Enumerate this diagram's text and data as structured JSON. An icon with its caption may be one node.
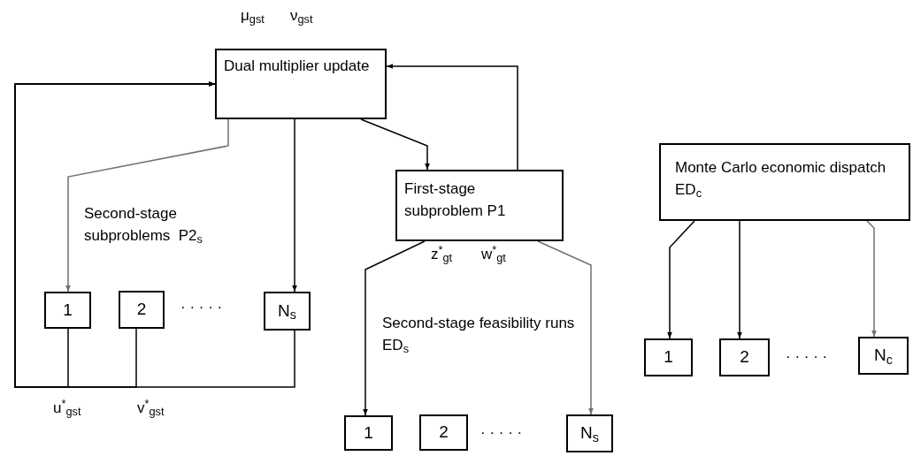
{
  "diagram": {
    "nodes": [
      {
        "text": [
          "Dual multiplier update"
        ]
      },
      {
        "text": [
          "First-stage subproblem  P1"
        ]
      },
      {
        "text": [
          "Monte Carlo economic dispatch ED$_{c}$"
        ]
      },
      {
        "text": [
          "1"
        ]
      },
      {
        "text": [
          "2"
        ]
      },
      {
        "text": [
          "N$_{s}$"
        ]
      },
      {
        "text": [
          "1"
        ]
      },
      {
        "text": [
          "2"
        ]
      },
      {
        "text": [
          "N$_{s}$"
        ]
      },
      {
        "text": [
          "1"
        ]
      },
      {
        "text": [
          "2"
        ]
      },
      {
        "text": [
          "N$_{c}$"
        ]
      }
    ],
    "edges": [
      {
        "from": 0,
        "to": 3,
        "arrow": "to",
        "color": "#707070"
      },
      {
        "from": 0,
        "to": 5,
        "arrow": "to"
      },
      {
        "from": 0,
        "to": 1,
        "arrow": "to"
      },
      {
        "from": 1,
        "to": 0,
        "arrow": "to"
      },
      {
        "from": 3,
        "to": 0,
        "arrow": "to"
      },
      {
        "from": 4,
        "to": 0,
        "arrow": "to"
      },
      {
        "from": 5,
        "to": 0,
        "arrow": "to"
      },
      {
        "from": 1,
        "to": 6,
        "arrow": "to"
      },
      {
        "from": 1,
        "to": 8,
        "arrow": "to",
        "color": "#707070"
      },
      {
        "from": 2,
        "to": 9,
        "arrow": "to"
      },
      {
        "from": 2,
        "to": 10,
        "arrow": "to"
      },
      {
        "from": 2,
        "to": 11,
        "arrow": "to",
        "color": "#707070"
      }
    ],
    "labels": [
      "μ$_{gst}$",
      "ν$_{gst}$",
      "Second-stage subproblems  P2$_{s}$",
      "· · · · ·",
      "z$^{*}$$_{gt}$",
      "w$^{*}$$_{gt}$",
      "· · · · ·",
      "Second-stage feasibility runs ED$_{s}$",
      "u$^{*}$$_{gst}$",
      "v$^{*}$$_{gst}$",
      "· · · · ·"
    ]
  }
}
